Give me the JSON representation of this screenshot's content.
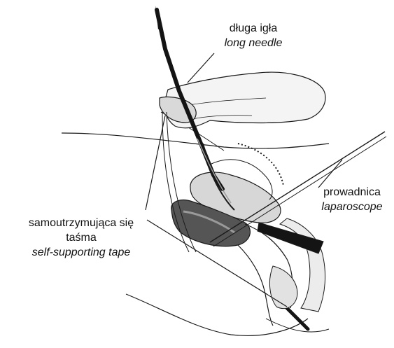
{
  "labels": {
    "needle": {
      "pl": "długa igła",
      "en": "long needle"
    },
    "laparoscope": {
      "pl": "prowadnica",
      "en": "laparoscope"
    },
    "tape": {
      "pl_line1": "samoutrzymująca się",
      "pl_line2": "taśma",
      "en": "self-supporting tape"
    }
  },
  "colors": {
    "line": "#1a1a1a",
    "dark_fill": "#141414",
    "tissue_gray": "#c8c8c8",
    "organ_dark": "#555555",
    "organ_light": "#e6e6e6"
  }
}
